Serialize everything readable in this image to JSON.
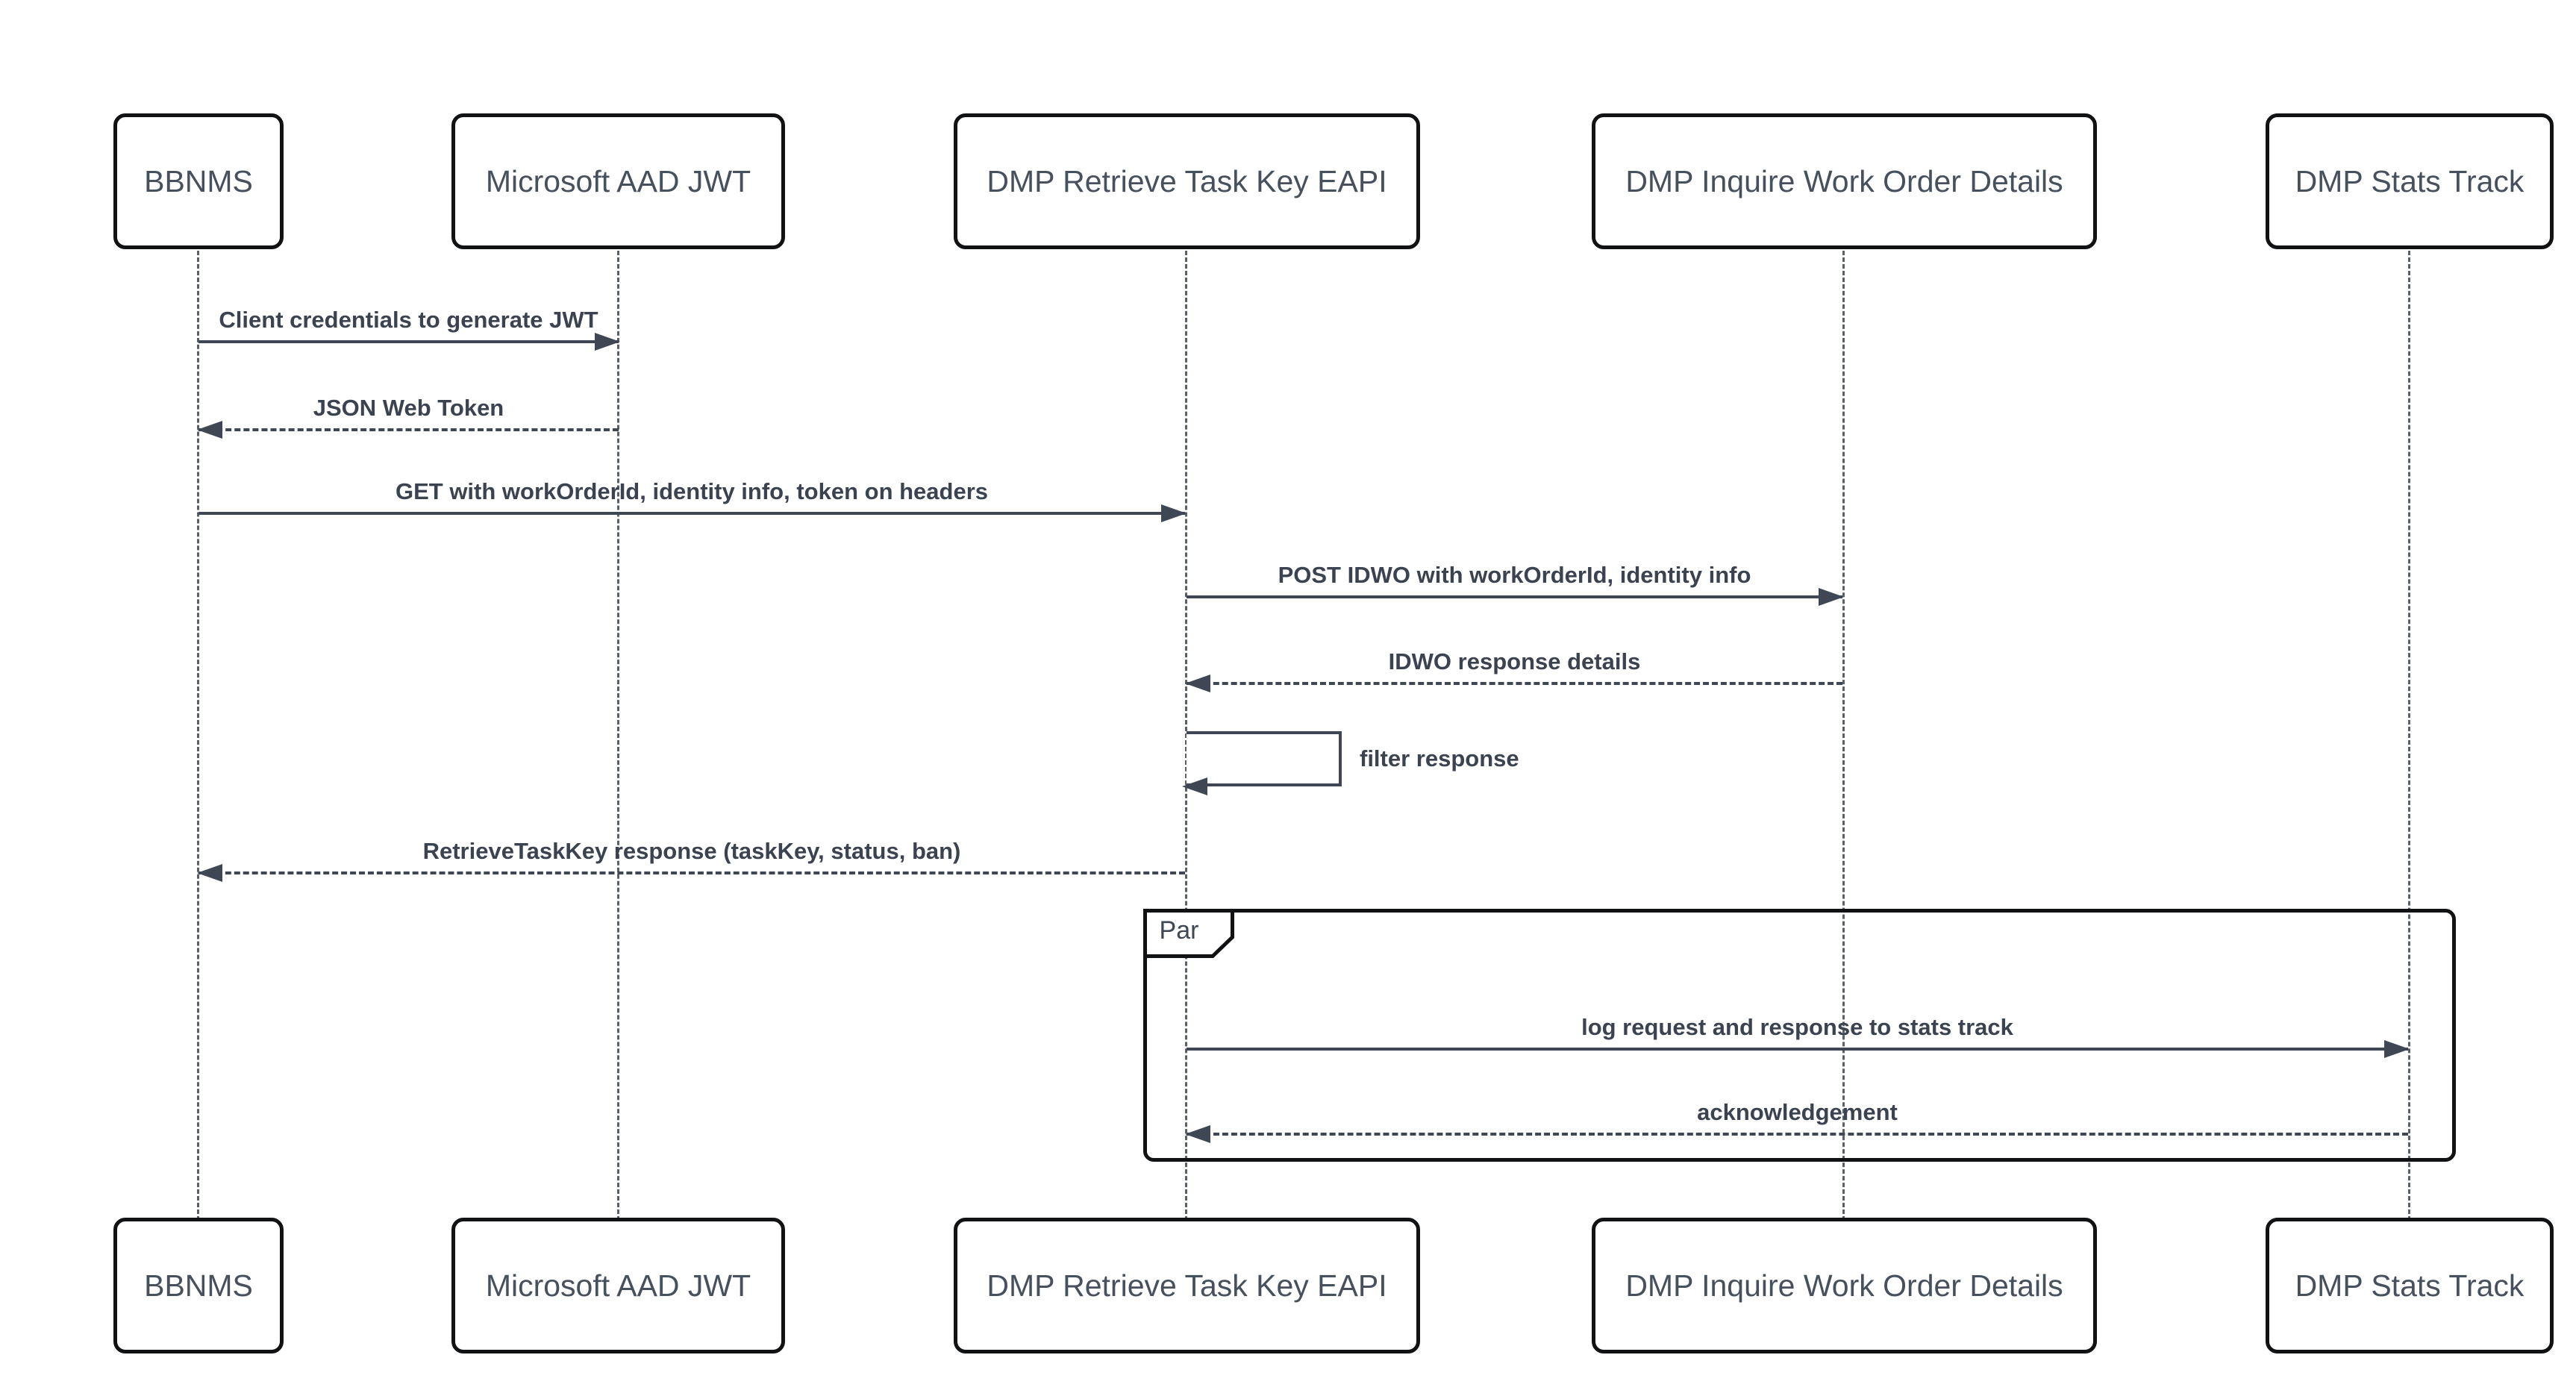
{
  "diagram": {
    "kind": "uml-sequence-diagram",
    "participants": [
      {
        "id": "bbnms",
        "label": "BBNMS"
      },
      {
        "id": "microsoft-aad-jwt",
        "label": "Microsoft AAD JWT"
      },
      {
        "id": "dmp-retrieve-task-key-eapi",
        "label": "DMP Retrieve Task Key EAPI"
      },
      {
        "id": "dmp-inquire-work-order-details",
        "label": "DMP Inquire Work Order Details"
      },
      {
        "id": "dmp-stats-track",
        "label": "DMP Stats Track"
      }
    ],
    "messages": [
      {
        "from": "bbnms",
        "to": "microsoft-aad-jwt",
        "label": "Client credentials to generate JWT",
        "style": "solid",
        "direction": "right"
      },
      {
        "from": "microsoft-aad-jwt",
        "to": "bbnms",
        "label": "JSON Web Token",
        "style": "dashed",
        "direction": "left"
      },
      {
        "from": "bbnms",
        "to": "dmp-retrieve-task-key-eapi",
        "label": "GET with workOrderId, identity info, token on headers",
        "style": "solid",
        "direction": "right"
      },
      {
        "from": "dmp-retrieve-task-key-eapi",
        "to": "dmp-inquire-work-order-details",
        "label": "POST IDWO with workOrderId, identity info",
        "style": "solid",
        "direction": "right"
      },
      {
        "from": "dmp-inquire-work-order-details",
        "to": "dmp-retrieve-task-key-eapi",
        "label": "IDWO response details",
        "style": "dashed",
        "direction": "left"
      },
      {
        "from": "dmp-retrieve-task-key-eapi",
        "to": "dmp-retrieve-task-key-eapi",
        "label": "filter response",
        "style": "self",
        "direction": "self"
      },
      {
        "from": "dmp-retrieve-task-key-eapi",
        "to": "bbnms",
        "label": "RetrieveTaskKey response (taskKey, status, ban)",
        "style": "dashed",
        "direction": "left"
      },
      {
        "from": "dmp-retrieve-task-key-eapi",
        "to": "dmp-stats-track",
        "label": "log request and response to stats track",
        "style": "solid",
        "direction": "right",
        "fragment": "par"
      },
      {
        "from": "dmp-stats-track",
        "to": "dmp-retrieve-task-key-eapi",
        "label": "acknowledgement",
        "style": "dashed",
        "direction": "left",
        "fragment": "par"
      }
    ],
    "fragment": {
      "type": "par",
      "label": "Par"
    },
    "colors": {
      "background": "#ffffff",
      "box_fill": "#ffffff",
      "box_border": "#101214",
      "line": "#3f4754",
      "lifeline": "#596069",
      "text": "#3b4350",
      "participant_text": "#47505d"
    }
  }
}
